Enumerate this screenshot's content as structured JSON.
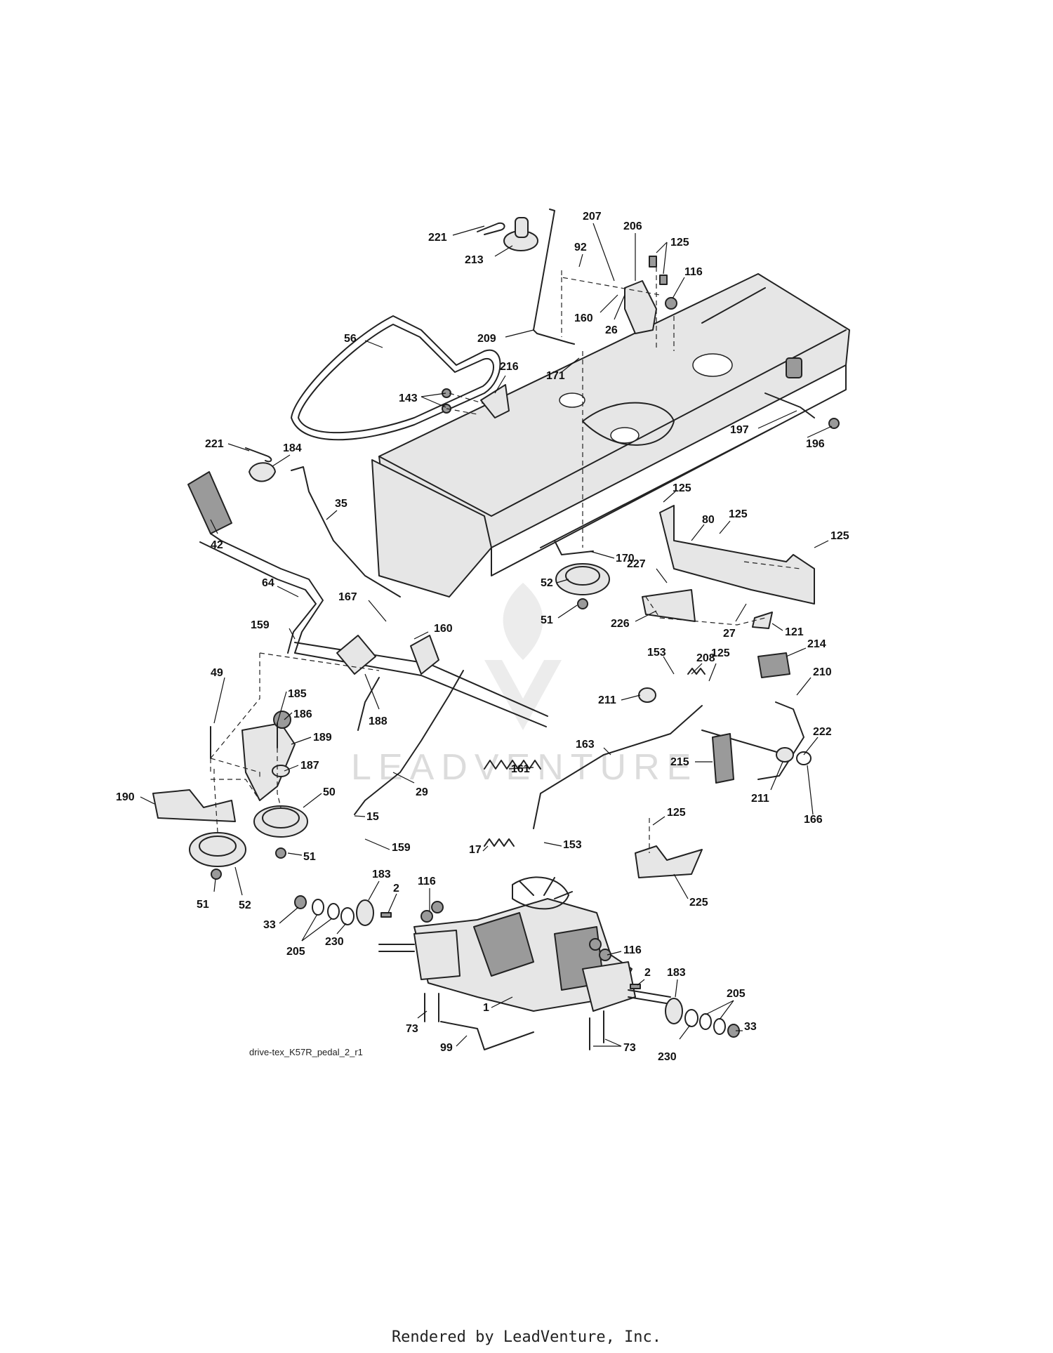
{
  "diagram_id": "drive-tex_K57R_pedal_2_r1",
  "footer": "Rendered by LeadVenture, Inc.",
  "watermark": "LEADVENTURE",
  "callouts": [
    {
      "label": "221"
    },
    {
      "label": "213"
    },
    {
      "label": "207"
    },
    {
      "label": "206"
    },
    {
      "label": "125"
    },
    {
      "label": "92"
    },
    {
      "label": "116"
    },
    {
      "label": "160"
    },
    {
      "label": "26"
    },
    {
      "label": "56"
    },
    {
      "label": "209"
    },
    {
      "label": "171"
    },
    {
      "label": "216"
    },
    {
      "label": "143"
    },
    {
      "label": "197"
    },
    {
      "label": "196"
    },
    {
      "label": "221"
    },
    {
      "label": "184"
    },
    {
      "label": "125"
    },
    {
      "label": "42"
    },
    {
      "label": "35"
    },
    {
      "label": "80"
    },
    {
      "label": "125"
    },
    {
      "label": "125"
    },
    {
      "label": "170"
    },
    {
      "label": "227"
    },
    {
      "label": "52"
    },
    {
      "label": "64"
    },
    {
      "label": "167"
    },
    {
      "label": "51"
    },
    {
      "label": "226"
    },
    {
      "label": "27"
    },
    {
      "label": "121"
    },
    {
      "label": "159"
    },
    {
      "label": "160"
    },
    {
      "label": "214"
    },
    {
      "label": "153"
    },
    {
      "label": "208"
    },
    {
      "label": "125"
    },
    {
      "label": "210"
    },
    {
      "label": "49"
    },
    {
      "label": "185"
    },
    {
      "label": "211"
    },
    {
      "label": "186"
    },
    {
      "label": "188"
    },
    {
      "label": "189"
    },
    {
      "label": "222"
    },
    {
      "label": "163"
    },
    {
      "label": "187"
    },
    {
      "label": "215"
    },
    {
      "label": "161"
    },
    {
      "label": "211"
    },
    {
      "label": "166"
    },
    {
      "label": "190"
    },
    {
      "label": "50"
    },
    {
      "label": "29"
    },
    {
      "label": "125"
    },
    {
      "label": "15"
    },
    {
      "label": "159"
    },
    {
      "label": "153"
    },
    {
      "label": "17"
    },
    {
      "label": "51"
    },
    {
      "label": "183"
    },
    {
      "label": "225"
    },
    {
      "label": "52"
    },
    {
      "label": "116"
    },
    {
      "label": "2"
    },
    {
      "label": "51"
    },
    {
      "label": "33"
    },
    {
      "label": "230"
    },
    {
      "label": "205"
    },
    {
      "label": "116"
    },
    {
      "label": "2"
    },
    {
      "label": "183"
    },
    {
      "label": "205"
    },
    {
      "label": "1"
    },
    {
      "label": "73"
    },
    {
      "label": "33"
    },
    {
      "label": "73"
    },
    {
      "label": "230"
    },
    {
      "label": "99"
    }
  ]
}
